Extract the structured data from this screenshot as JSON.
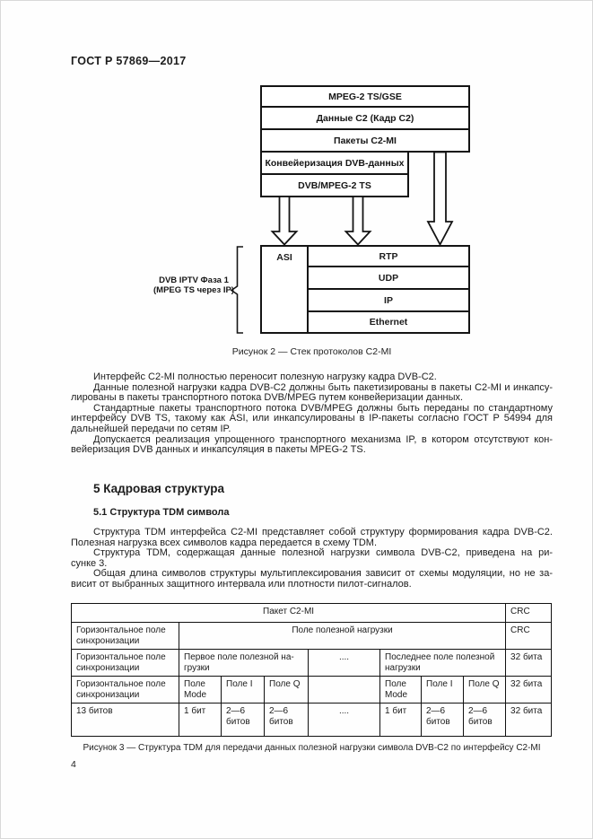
{
  "colors": {
    "ink": "#1c1c1c",
    "line": "#141414"
  },
  "header": {
    "doc_number": "ГОСТ Р 57869—2017"
  },
  "page": {
    "number": "4"
  },
  "figure2": {
    "caption": "Рисунок 2 — Стек протоколов C2-MI",
    "boxes": {
      "mpeg": "MPEG-2 TS/GSE",
      "c2data": "Данные C2 (Кадр C2)",
      "c2mi": "Пакеты C2-MI",
      "pipeline": "Конвейеризация DVB-данных",
      "dvbts": "DVB/MPEG-2 TS",
      "asi": "ASI",
      "rtp": "RTP",
      "udp": "UDP",
      "ip": "IP",
      "ethernet": "Ethernet"
    },
    "side_label": {
      "line1": "DVB IPTV Фаза 1",
      "line2": "(MPEG TS через IP)"
    }
  },
  "paragraphs": {
    "p1": [
      "Интерфейс C2-MI полностью переносит полезную нагрузку кадра DVB-C2."
    ],
    "p2": [
      "Данные полезной нагрузки кадра DVB-C2 должны быть пакетизированы в пакеты C2-MI и инкапсу-",
      "лированы в пакеты транспортного потока DVB/MPEG путем конвейеризации данных."
    ],
    "p3": [
      "Стандартные пакеты транспортного потока DVB/MPEG должны быть переданы по стандартному",
      "интерфейсу DVB TS, такому как ASI, или инкапсулированы в IP-пакеты согласно ГОСТ Р 54994 для",
      "дальнейшей передачи по сетям IP."
    ],
    "p4": [
      "Допускается реализация упрощенного транспортного механизма IP, в котором отсутствуют кон-",
      "вейеризация DVB данных и инкапсуляция в пакеты MPEG-2 TS."
    ],
    "p5": [
      "Структура TDM интерфейса C2-MI представляет собой структуру формирования кадра DVB-C2.",
      "Полезная нагрузка всех символов кадра передается в схему TDM."
    ],
    "p6": [
      "Структура TDM, содержащая данные полезной нагрузки символа DVB-C2, приведена на ри-",
      "сунке 3."
    ],
    "p7": [
      "Общая длина символов структуры мультиплексирования зависит от схемы модуляции, но не за-",
      "висит от выбранных защитного интервала или плотности пилот-сигналов."
    ]
  },
  "section5": {
    "title": "5 Кадровая структура",
    "subtitle": "5.1 Структура TDM символа"
  },
  "figure3": {
    "caption": "Рисунок 3 — Структура TDM для передачи данных полезной нагрузки символа DVB-C2 по интерфейсу C2-MI",
    "table": {
      "r1": {
        "packet": "Пакет C2-MI",
        "crc": "CRC"
      },
      "r2": {
        "sync": "Горизонтальное поле синхронизации",
        "payload": "Поле полезной нагрузки",
        "crc": "CRC"
      },
      "r3": {
        "sync": "Горизонтальное поле синхронизации",
        "first": "Первое поле полезной на-грузки",
        "dots": "....",
        "last": "Последнее поле полезной нагрузки",
        "bits": "32 бита"
      },
      "r4": {
        "sync": "Горизонтальное поле синхронизации",
        "mode1": "Поле Mode",
        "i1": "Поле I",
        "q1": "Поле Q",
        "mode2": "Поле Mode",
        "i2": "Поле I",
        "q2": "Поле Q",
        "bits": "32 бита"
      },
      "r5": {
        "sync": "13 битов",
        "mode1": "1 бит",
        "i1": "2—6 битов",
        "q1": "2—6 битов",
        "dots": "....",
        "mode2": "1 бит",
        "i2": "2—6 битов",
        "q2": "2—6 битов",
        "bits": "32 бита"
      }
    }
  }
}
